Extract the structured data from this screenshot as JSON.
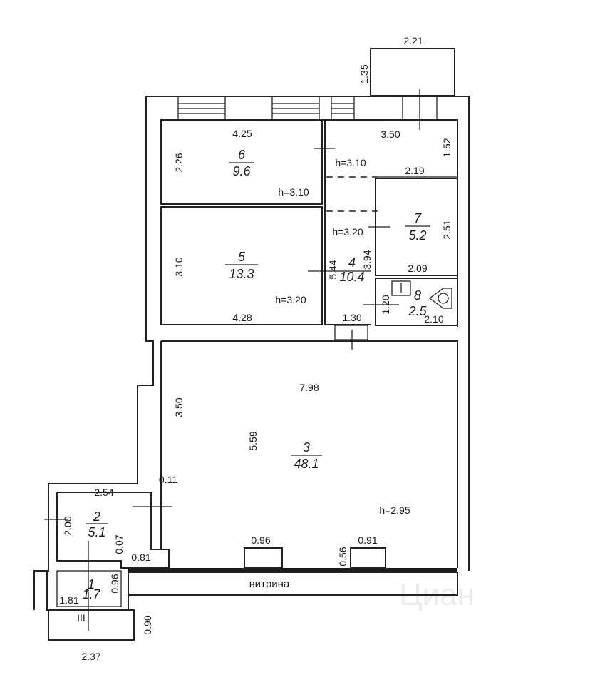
{
  "rooms": [
    {
      "id": "r6",
      "number": "6",
      "area": "9.6"
    },
    {
      "id": "r5",
      "number": "5",
      "area": "13.3"
    },
    {
      "id": "r4",
      "number": "4",
      "area": "10.4"
    },
    {
      "id": "r7",
      "number": "7",
      "area": "5.2"
    },
    {
      "id": "r8",
      "number": "8",
      "area": "2.5"
    },
    {
      "id": "r3",
      "number": "3",
      "area": "48.1"
    },
    {
      "id": "r2",
      "number": "2",
      "area": "5.1"
    },
    {
      "id": "r1",
      "number": "1",
      "area": "1.7"
    }
  ],
  "dimensions": [
    "2.21",
    "1.35",
    "4.25",
    "2.26",
    "3.50",
    "1.52",
    "2.19",
    "3.10",
    "4.28",
    "2.51",
    "2.09",
    "1.20",
    "2.10",
    "5.44",
    "3.94",
    "1.30",
    "7.98",
    "3.50",
    "5.59",
    "0.11",
    "2.54",
    "2.00",
    "0.07",
    "0.81",
    "0.96",
    "0.91",
    "0.56",
    "1.81",
    "0.96",
    "0.90",
    "2.37"
  ],
  "heights": [
    "h=3.10",
    "h=3.10",
    "h=3.20",
    "h=3.20",
    "h=2.95"
  ],
  "labels": {
    "showcase": "витрина",
    "roman_numeral": "III",
    "watermark": "Циан"
  }
}
